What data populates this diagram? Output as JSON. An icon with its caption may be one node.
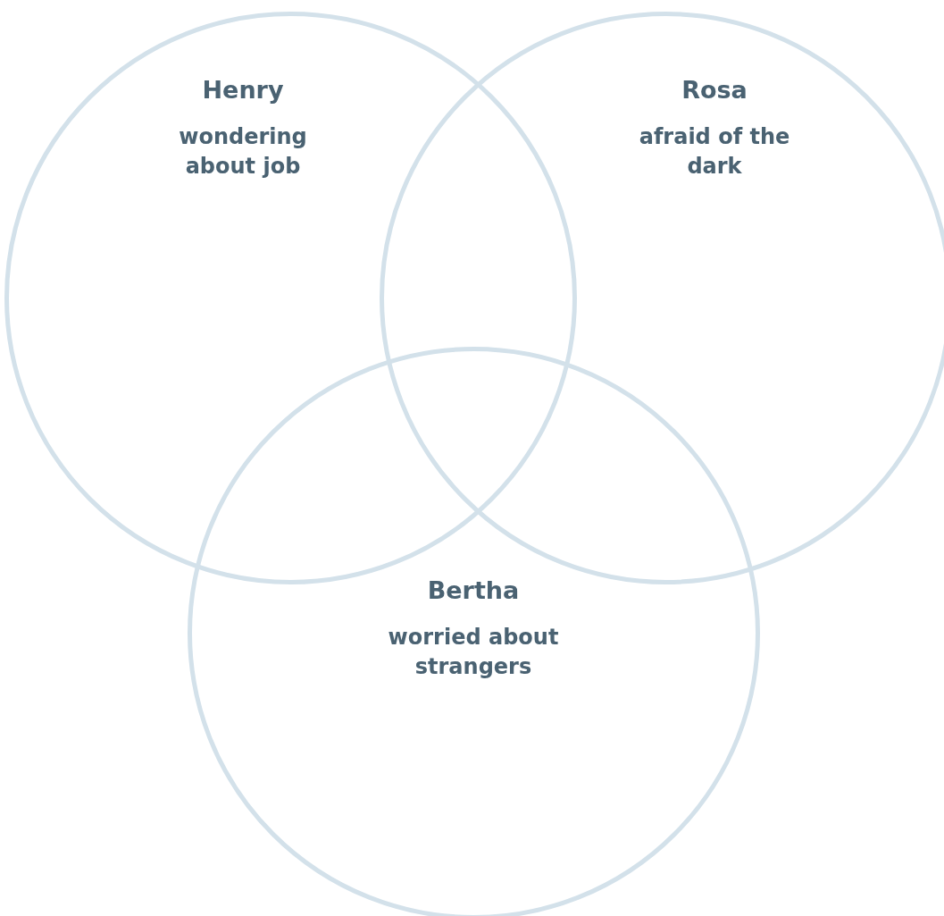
{
  "diagram": {
    "nodes": [
      {
        "text": [
          "Henry",
          "wondering about job"
        ]
      },
      {
        "text": [
          "Rosa",
          "afraid of the dark"
        ]
      },
      {
        "text": [
          "Bertha",
          "worried about strangers"
        ]
      }
    ]
  }
}
